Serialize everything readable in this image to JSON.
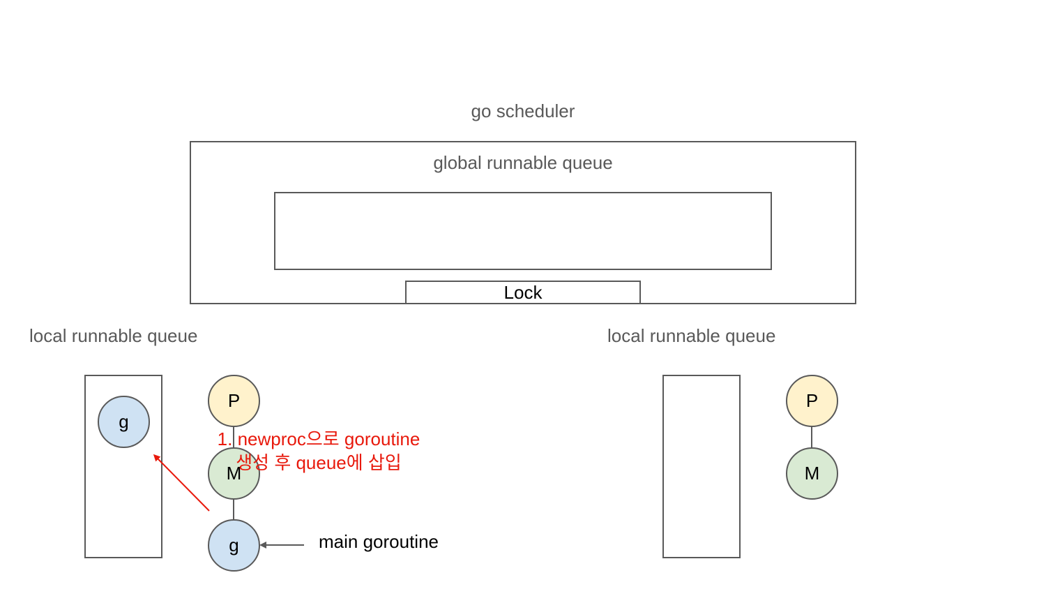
{
  "diagram": {
    "title": "go scheduler",
    "global_queue_label": "global runnable queue",
    "lock_label": "Lock",
    "left": {
      "local_queue_label": "local runnable queue",
      "queued_goroutine": "g",
      "p_label": "P",
      "m_label": "M",
      "running_goroutine": "g"
    },
    "right": {
      "local_queue_label": "local runnable queue",
      "p_label": "P",
      "m_label": "M"
    },
    "annotation_line1": "1. newproc으로 goroutine",
    "annotation_line2": "생성 후 queue에 삽입",
    "main_goroutine_label": "main goroutine",
    "colors": {
      "stroke": "#595959",
      "p_fill": "#fff2cc",
      "m_fill": "#d9ead3",
      "g_fill": "#cfe2f3",
      "annotation": "#e8190c"
    }
  }
}
